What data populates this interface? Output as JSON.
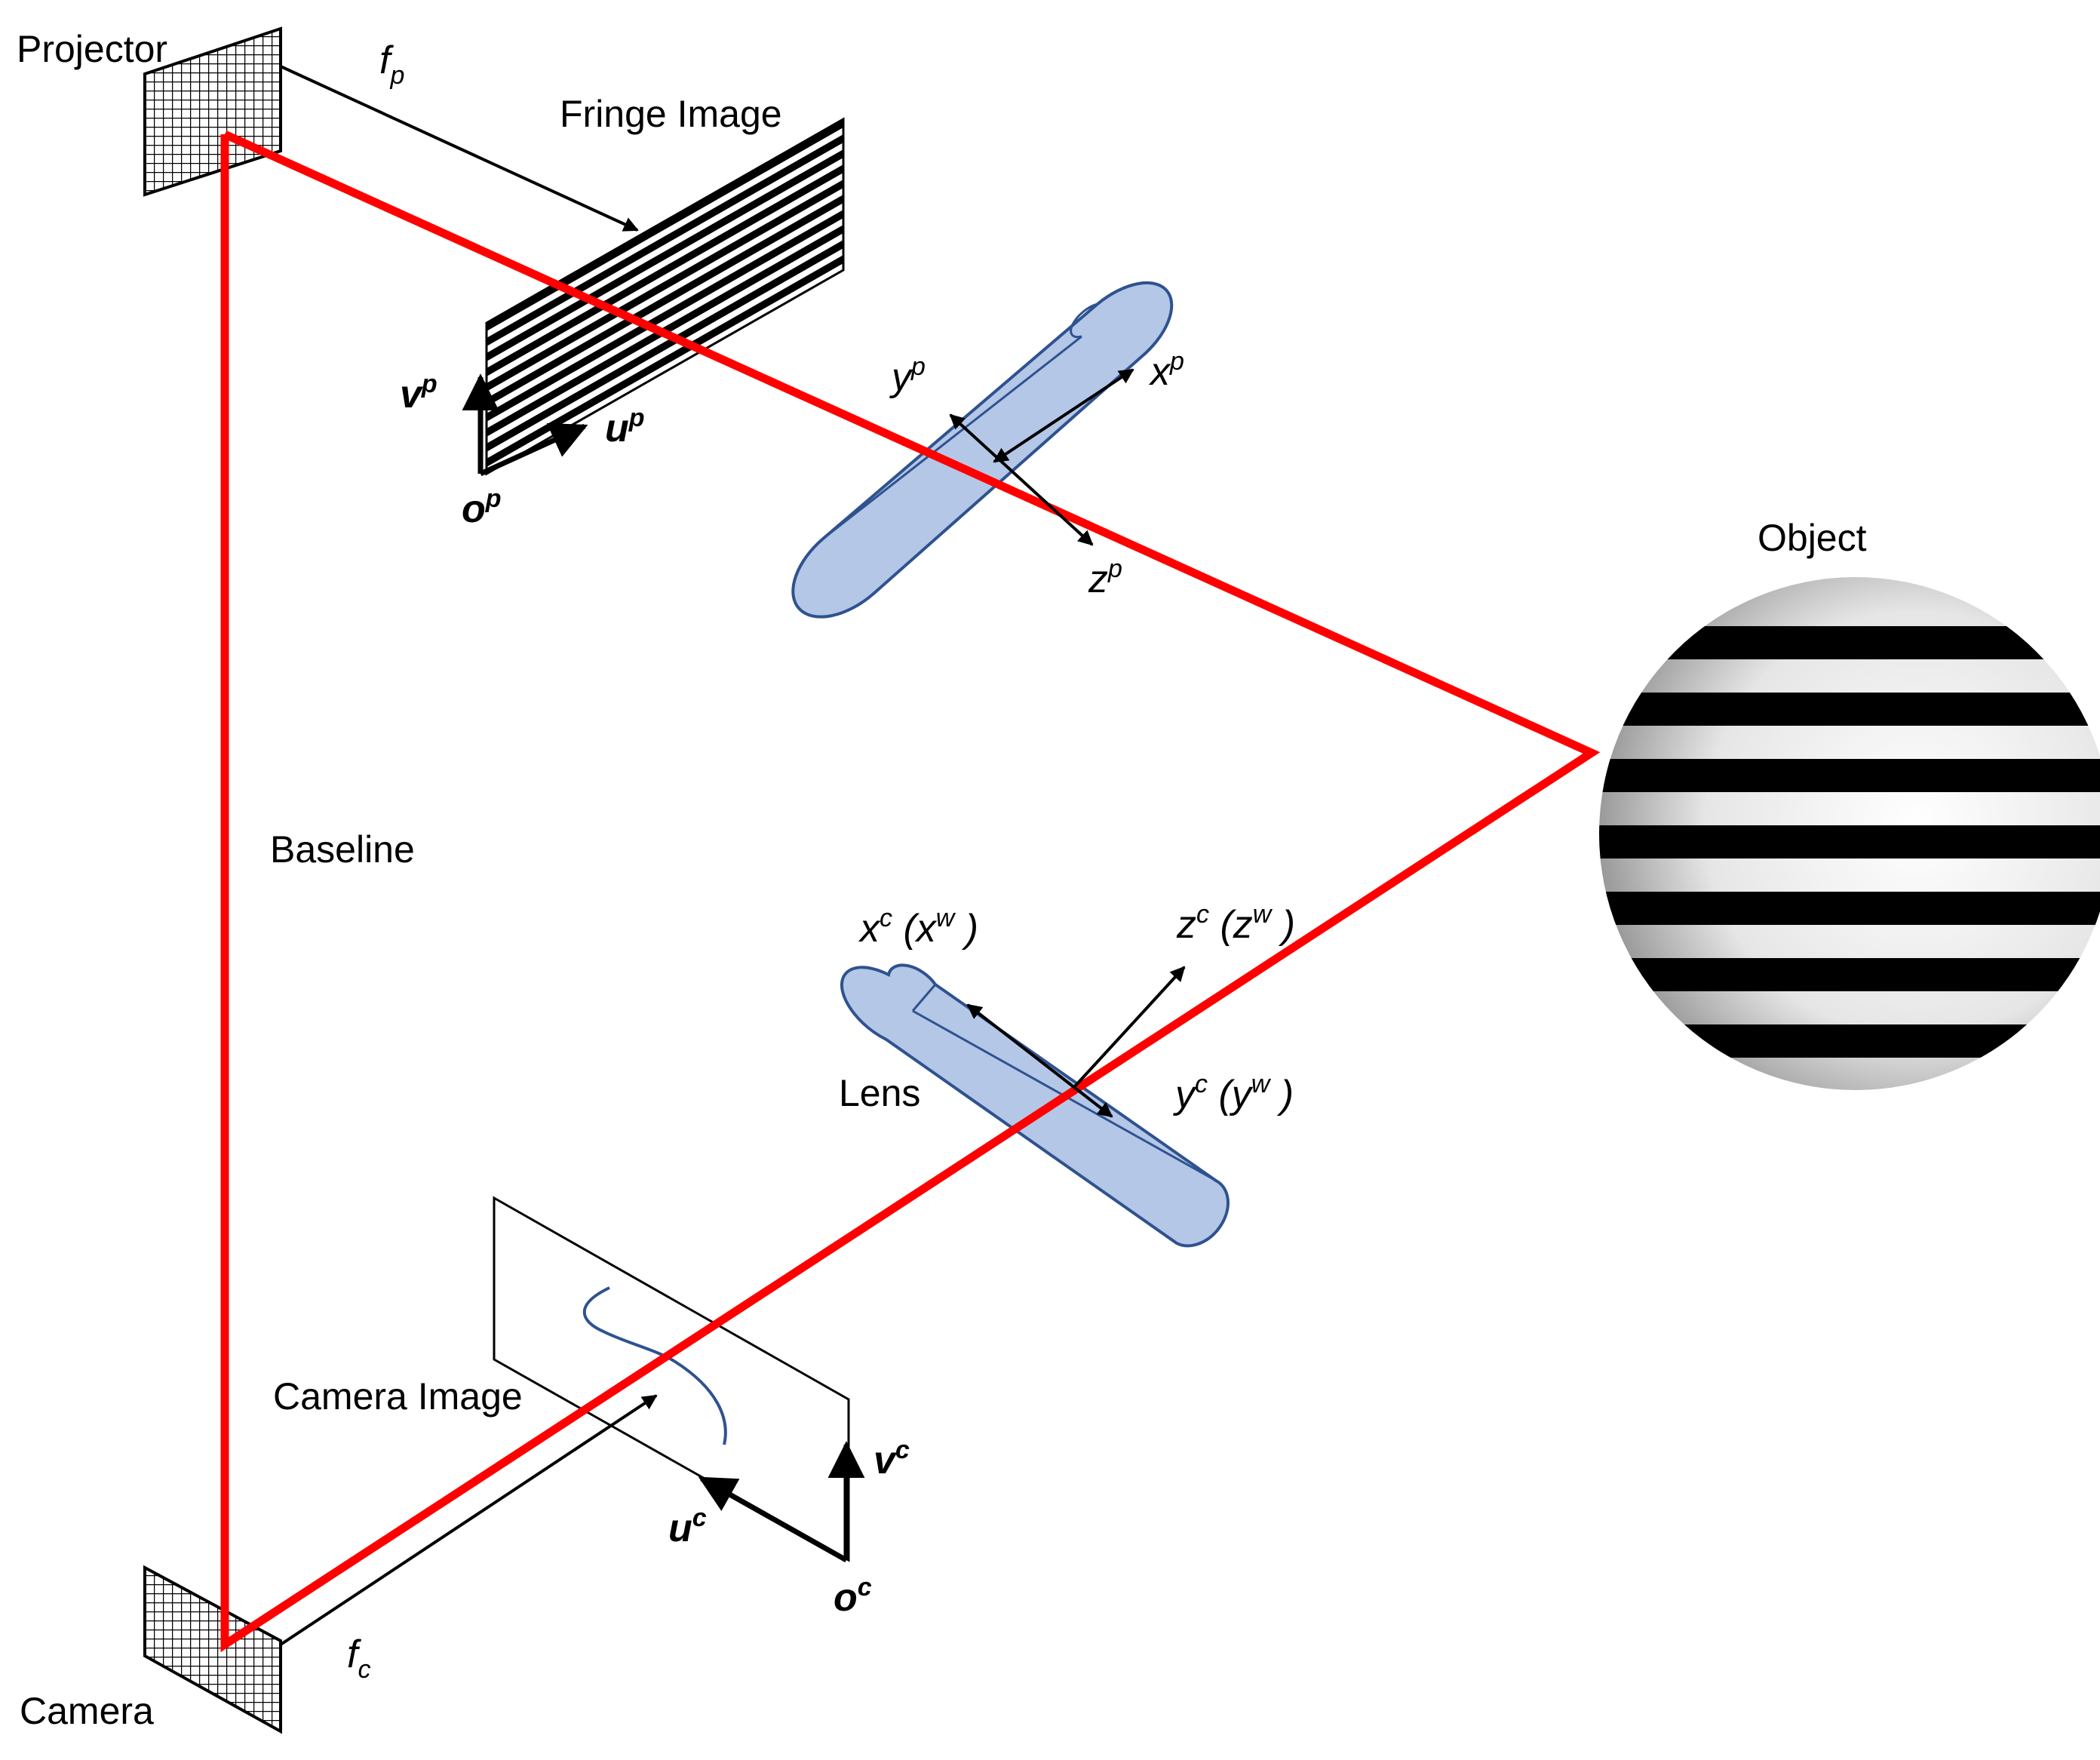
{
  "labels": {
    "projector": "Projector",
    "camera": "Camera",
    "fringe_image": "Fringe Image",
    "camera_image": "Camera Image",
    "baseline": "Baseline",
    "object": "Object",
    "lens": "Lens"
  },
  "symbols": {
    "f_p": {
      "base": "f",
      "sub": "p"
    },
    "f_c": {
      "base": "f",
      "sub": "c"
    },
    "v_p": {
      "base": "v",
      "sup": "p"
    },
    "u_p": {
      "base": "u",
      "sup": "p"
    },
    "o_p": {
      "base": "o",
      "sup": "p"
    },
    "x_p": {
      "base": "x",
      "sup": "p"
    },
    "y_p": {
      "base": "y",
      "sup": "p"
    },
    "z_p": {
      "base": "z",
      "sup": "p"
    },
    "x_c": {
      "base": "x",
      "sup": "c",
      "open": " (x",
      "sup2": "w",
      "close": " )"
    },
    "z_c": {
      "base": "z",
      "sup": "c",
      "open": " (z",
      "sup2": "w",
      "close": " )"
    },
    "y_c": {
      "base": "y",
      "sup": "c",
      "open": " (y",
      "sup2": "w",
      "close": " )"
    },
    "v_c": {
      "base": "v",
      "sup": "c"
    },
    "u_c": {
      "base": "u",
      "sup": "c"
    },
    "o_c": {
      "base": "o",
      "sup": "c"
    }
  },
  "colors": {
    "triangle": "#ff0000",
    "lens_fill": "#b4c7e7",
    "lens_stroke": "#2f528f",
    "curve": "#2f528f",
    "stripe": "#000000"
  }
}
